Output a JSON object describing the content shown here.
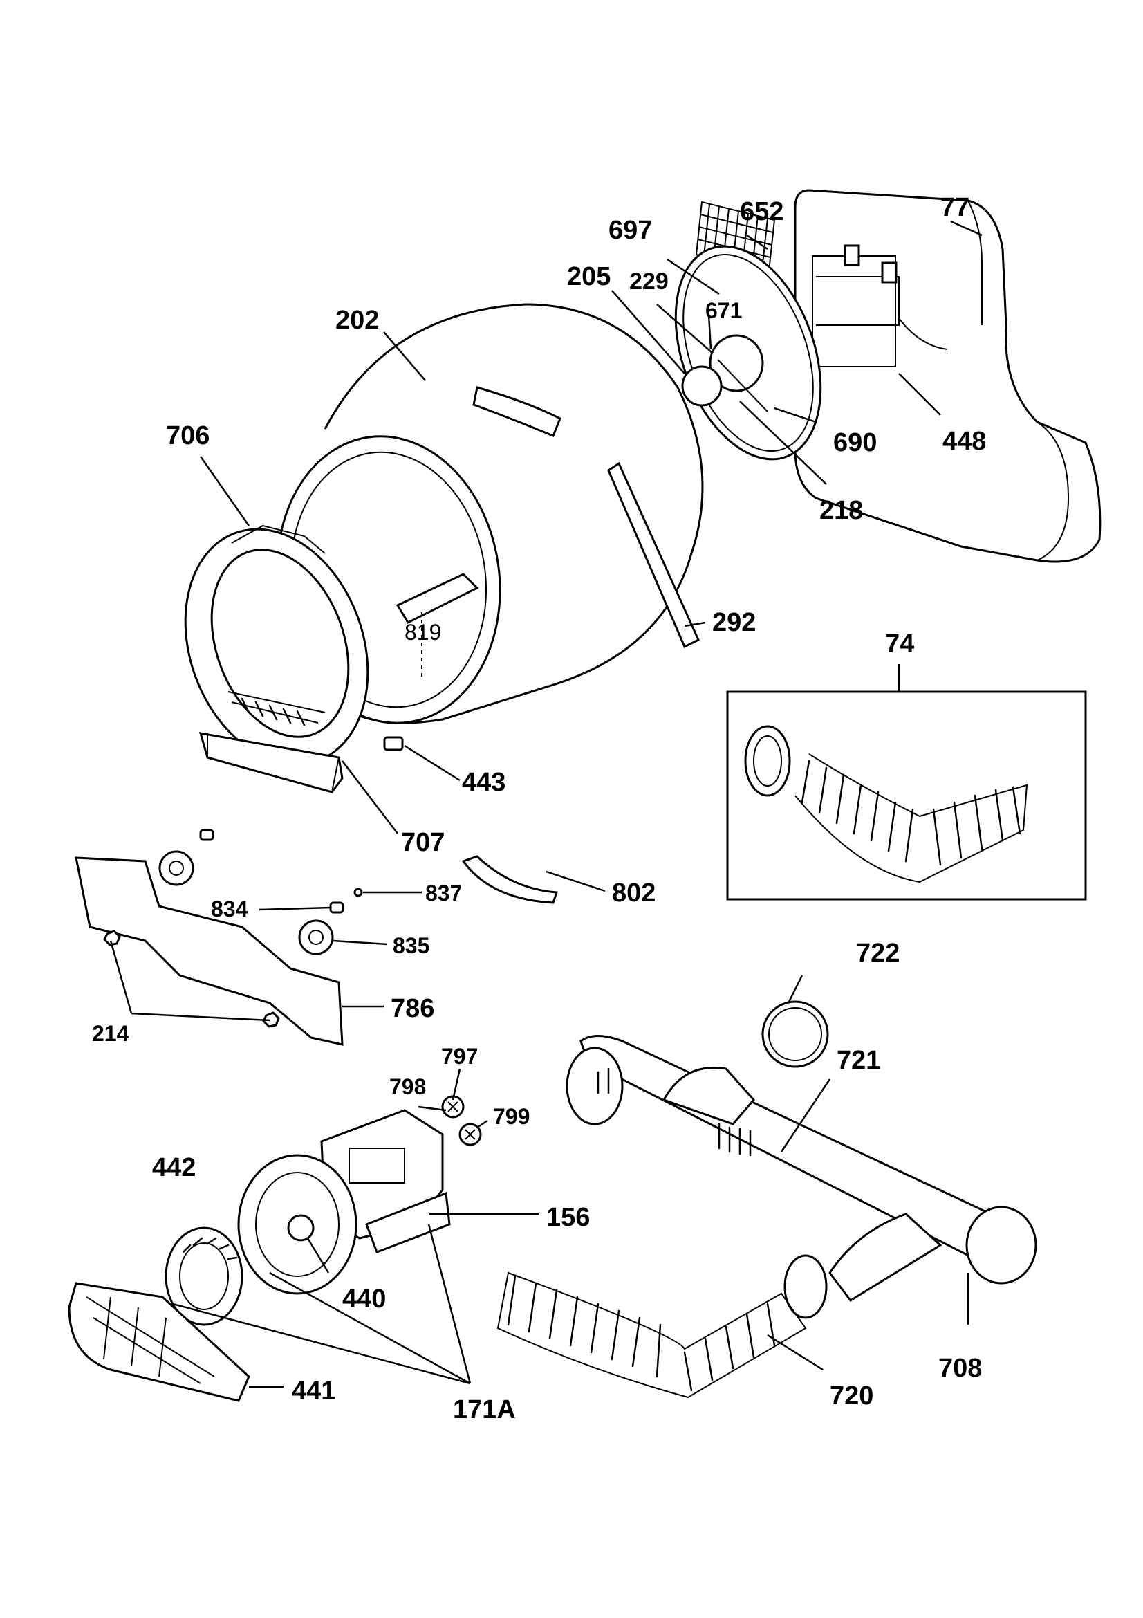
{
  "labels": {
    "p77": "77",
    "p652": "652",
    "p697": "697",
    "p205": "205",
    "p229": "229",
    "p671": "671",
    "p202": "202",
    "p690": "690",
    "p448": "448",
    "p218": "218",
    "p706": "706",
    "p292": "292",
    "p819": "819",
    "p74": "74",
    "p443": "443",
    "p707": "707",
    "p802": "802",
    "p837": "837",
    "p834": "834",
    "p835": "835",
    "p214": "214",
    "p786": "786",
    "p722": "722",
    "p721": "721",
    "p797": "797",
    "p798": "798",
    "p799": "799",
    "p442": "442",
    "p156": "156",
    "p440": "440",
    "p441": "441",
    "p171a": "171A",
    "p720": "720",
    "p708": "708"
  }
}
